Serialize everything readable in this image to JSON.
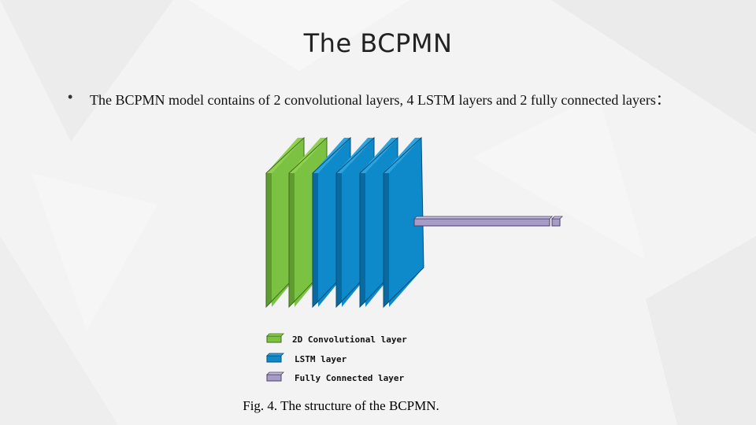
{
  "slide": {
    "title": "The BCPMN",
    "bullet_text": "The BCPMN model contains of 2 convolutional layers, 4 LSTM layers and 2 fully connected layers："
  },
  "figure": {
    "caption": "Fig. 4. The structure of the BCPMN.",
    "layer_counts": {
      "convolutional": 2,
      "lstm": 4,
      "fully_connected": 2
    },
    "legend": [
      {
        "label": "2D Convolutional layer",
        "color": "#7cc242"
      },
      {
        "label": "LSTM layer",
        "color": "#0e8acb"
      },
      {
        "label": "Fully Connected layer",
        "color": "#a79bc8"
      }
    ]
  }
}
